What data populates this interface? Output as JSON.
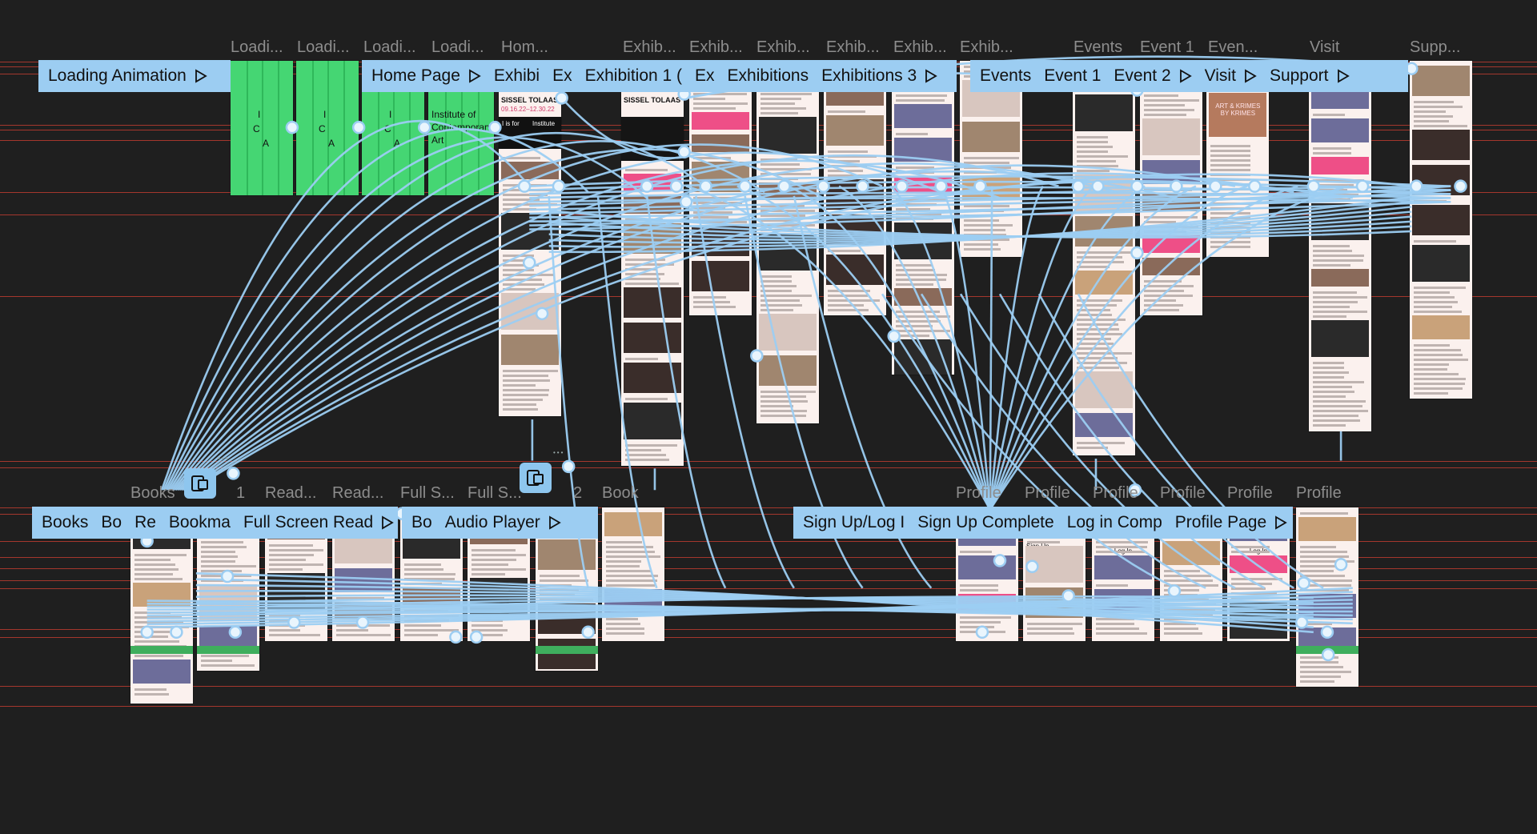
{
  "frame_titles": [
    "Loadi...",
    "Loadi...",
    "Loadi...",
    "Loadi...",
    "Hom...",
    "Exhib...",
    "Exhib...",
    "Exhib...",
    "Exhib...",
    "Exhib...",
    "Exhib...",
    "Events",
    "Event 1",
    "Even...",
    "Visit",
    "Supp...",
    "Books",
    "1",
    "Read...",
    "Read...",
    "Full S...",
    "Full S...",
    "2",
    "Book",
    "Profile",
    "Profile",
    "Profile",
    "Profile",
    "Profile",
    "Profile"
  ],
  "flow_bars": [
    {
      "items": [
        "Loading Animation"
      ]
    },
    {
      "items": [
        "Home Page",
        "Exhibi",
        "Ex",
        "Exhibition 1 (",
        "Ex",
        "Exhibitions",
        "Exhibitions 3"
      ]
    },
    {
      "items": [
        "Events",
        "Event 1",
        "Event 2",
        "Visit",
        "Support"
      ]
    },
    {
      "items": [
        "Books",
        "Bo",
        "Re",
        "Bookma",
        "Full Screen Read",
        "Bo",
        "Audio Player"
      ]
    },
    {
      "items": [
        "Sign Up/Log I",
        "Sign Up Complete",
        "Log in Comp",
        "Profile Page"
      ]
    }
  ],
  "screen_texts": {
    "loading_letters": [
      "I",
      "C",
      "A"
    ],
    "logo_line1": "Institute of",
    "logo_line2": "Contemporary",
    "logo_line3": "Art",
    "exhibit_title": "SISSEL TOLAAS",
    "exhibit_dates": "09.16.22–12.30.22",
    "i_is_for": "I is for",
    "institute": "Institute",
    "art_krimes": "ART & KRIMES BY KRIMES",
    "log_in": "Log In",
    "sign_up": "Sign Up"
  },
  "colors": {
    "canvas": "#1f1f1f",
    "connector": "#9ccdf2",
    "screen_bg": "#fbf1ee",
    "loading_green": "#45d673",
    "guide_red": "#b23a2f",
    "accent_pink": "#ee4f87",
    "title_gray": "#8d8d8d"
  },
  "icons": {
    "play": "play-triangle-icon",
    "device": "device-frame-icon",
    "more": "more-dots-icon"
  }
}
